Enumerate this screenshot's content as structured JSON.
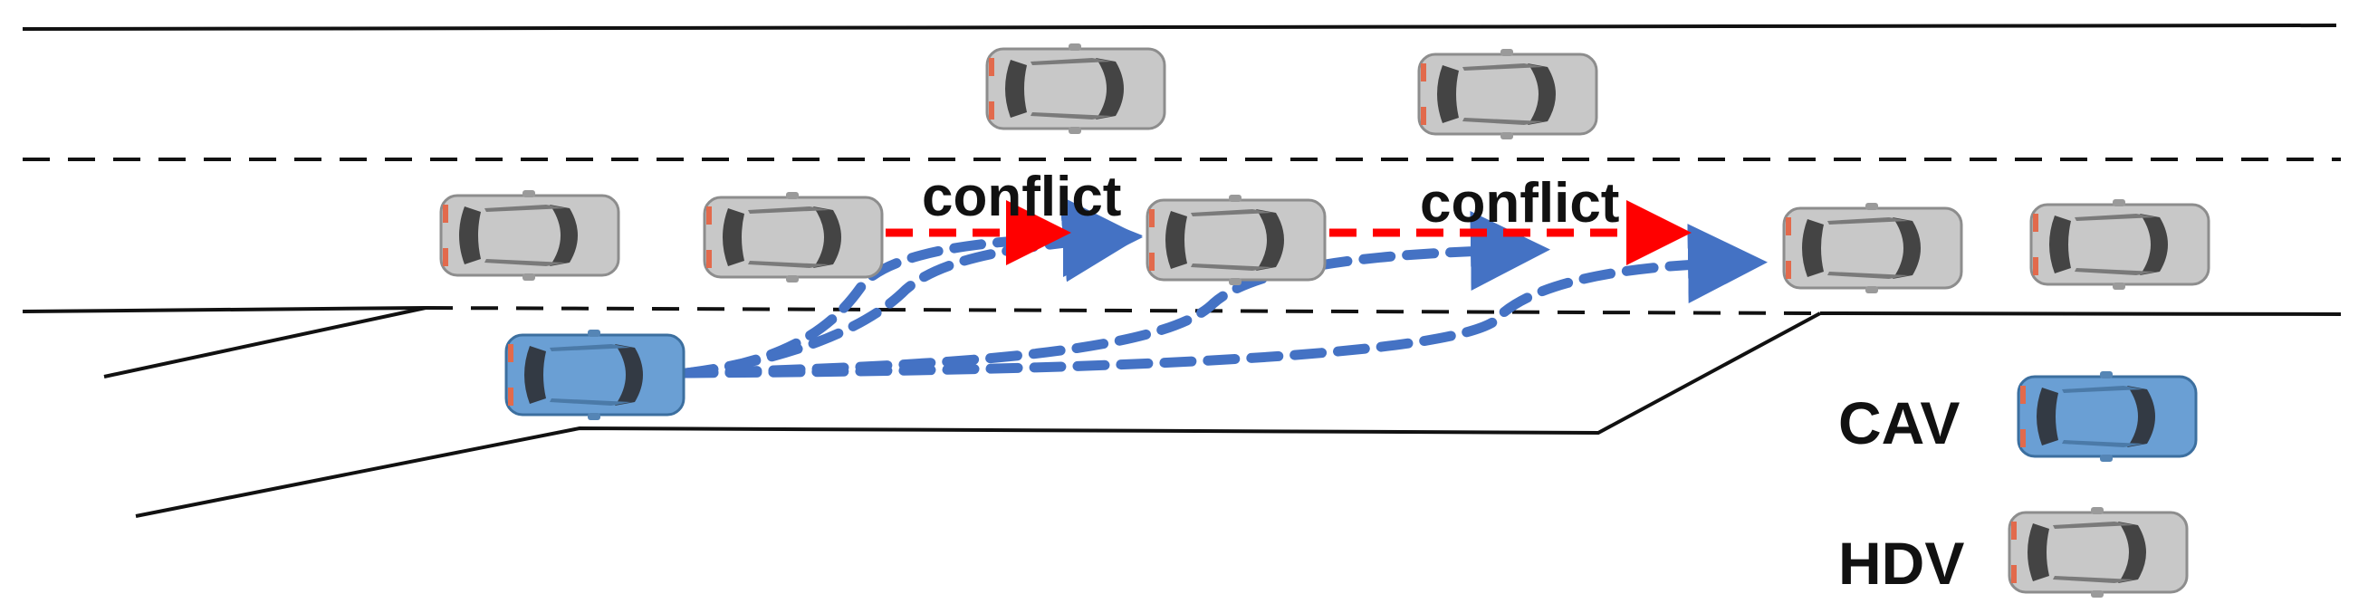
{
  "labels": {
    "conflict_1": "conflict",
    "conflict_2": "conflict"
  },
  "legend": [
    {
      "label": "CAV",
      "vehicle": "connected-automated-vehicle-icon",
      "color": "#6a9fd4"
    },
    {
      "label": "HDV",
      "vehicle": "human-driven-vehicle-icon",
      "color": "#c8c8c8"
    }
  ],
  "colors": {
    "cav": "#6a9fd4",
    "hdv": "#c8c8c8",
    "trajectory": "#4472c4",
    "conflict": "#ff0000",
    "road": "#111111"
  }
}
